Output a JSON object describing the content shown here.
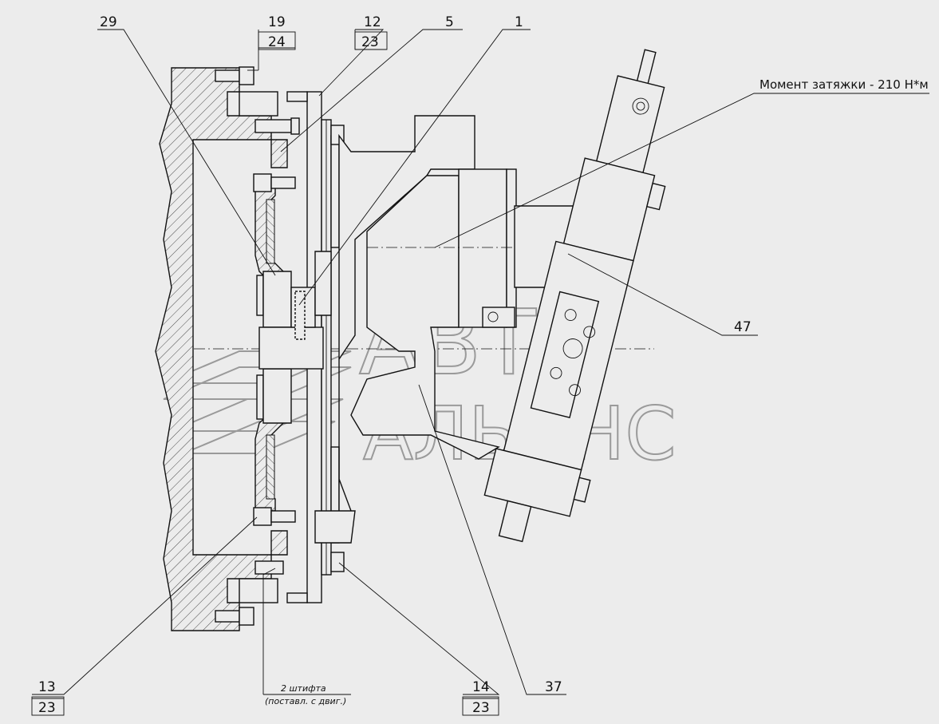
{
  "callouts": {
    "c29": "29",
    "c19": "19",
    "c24": "24",
    "c12": "12",
    "c23a": "23",
    "c5": "5",
    "c1": "1",
    "c47": "47",
    "c37": "37",
    "c13": "13",
    "c23b": "23",
    "c14": "14",
    "c23c": "23"
  },
  "notes": {
    "torque": "Момент затяжки - 210 Н*м",
    "pins_line1": "2 штифта",
    "pins_line2": "(поставл. с двиг.)"
  },
  "watermark": {
    "line1": "АВТО",
    "line2": "АЛЬЯНС"
  }
}
